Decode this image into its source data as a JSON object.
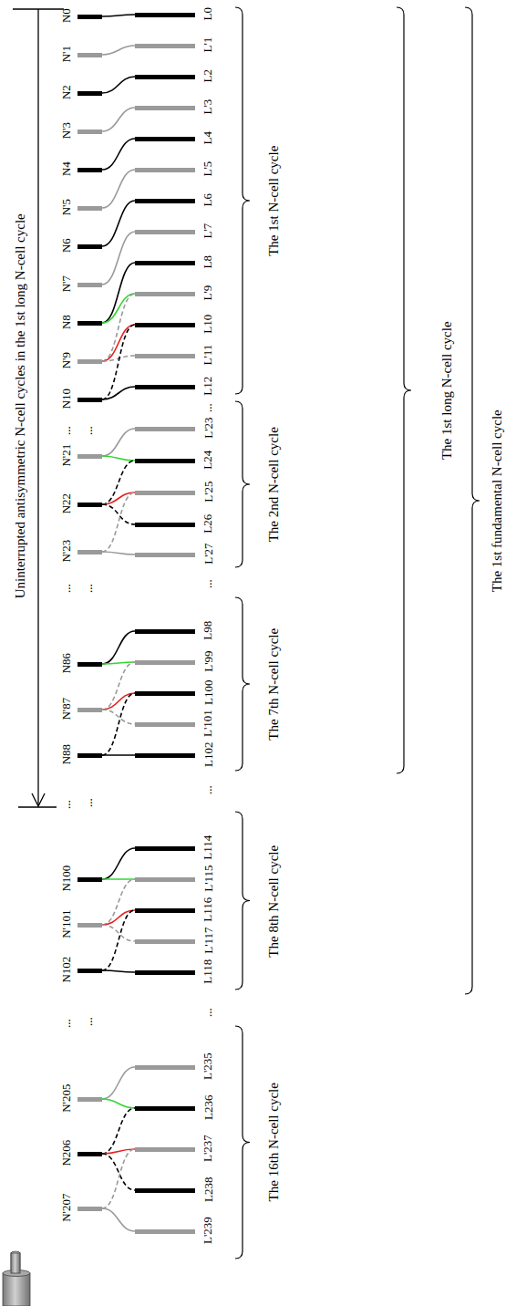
{
  "diagram": {
    "nodes": [
      {
        "text": [
          "N0"
        ]
      },
      {
        "text": [
          "N'1"
        ]
      },
      {
        "text": [
          "N2"
        ]
      },
      {
        "text": [
          "N'3"
        ]
      },
      {
        "text": [
          "N4"
        ]
      },
      {
        "text": [
          "N'5"
        ]
      },
      {
        "text": [
          "N6"
        ]
      },
      {
        "text": [
          "N'7"
        ]
      },
      {
        "text": [
          "N8"
        ]
      },
      {
        "text": [
          "N'9"
        ]
      },
      {
        "text": [
          "N10"
        ]
      },
      {
        "text": [
          "L0"
        ]
      },
      {
        "text": [
          "L'1"
        ]
      },
      {
        "text": [
          "L2"
        ]
      },
      {
        "text": [
          "L'3"
        ]
      },
      {
        "text": [
          "L4"
        ]
      },
      {
        "text": [
          "L'5"
        ]
      },
      {
        "text": [
          "L6"
        ]
      },
      {
        "text": [
          "L'7"
        ]
      },
      {
        "text": [
          "L8"
        ]
      },
      {
        "text": [
          "L'9"
        ]
      },
      {
        "text": [
          "L10"
        ]
      },
      {
        "text": [
          "L'11"
        ]
      },
      {
        "text": [
          "L12"
        ]
      },
      {
        "text": [
          "N'21"
        ]
      },
      {
        "text": [
          "N22"
        ]
      },
      {
        "text": [
          "N'23"
        ]
      },
      {
        "text": [
          "L'23"
        ]
      },
      {
        "text": [
          "L24"
        ]
      },
      {
        "text": [
          "L'25"
        ]
      },
      {
        "text": [
          "L26"
        ]
      },
      {
        "text": [
          "L'27"
        ]
      },
      {
        "text": [
          "N86"
        ]
      },
      {
        "text": [
          "N'87"
        ]
      },
      {
        "text": [
          "N88"
        ]
      },
      {
        "text": [
          "L98"
        ]
      },
      {
        "text": [
          "L'99"
        ]
      },
      {
        "text": [
          "L100"
        ]
      },
      {
        "text": [
          "L'101"
        ]
      },
      {
        "text": [
          "L102"
        ]
      },
      {
        "text": [
          "N100"
        ]
      },
      {
        "text": [
          "N'101"
        ]
      },
      {
        "text": [
          "N102"
        ]
      },
      {
        "text": [
          "L114"
        ]
      },
      {
        "text": [
          "L'115"
        ]
      },
      {
        "text": [
          "L116"
        ]
      },
      {
        "text": [
          "L'117"
        ]
      },
      {
        "text": [
          "L118"
        ]
      },
      {
        "text": [
          "N'205"
        ]
      },
      {
        "text": [
          "N206"
        ]
      },
      {
        "text": [
          "N'207"
        ]
      },
      {
        "text": [
          "L'235"
        ]
      },
      {
        "text": [
          "L236"
        ]
      },
      {
        "text": [
          "L'237"
        ]
      },
      {
        "text": [
          "L238"
        ]
      },
      {
        "text": [
          "L'239"
        ]
      }
    ],
    "edges": [
      {
        "from": 0,
        "to": 11,
        "arrow": "none"
      },
      {
        "from": 1,
        "to": 12,
        "arrow": "none"
      },
      {
        "from": 2,
        "to": 13,
        "arrow": "none"
      },
      {
        "from": 3,
        "to": 14,
        "arrow": "none"
      },
      {
        "from": 4,
        "to": 15,
        "arrow": "none"
      },
      {
        "from": 5,
        "to": 16,
        "arrow": "none"
      },
      {
        "from": 6,
        "to": 17,
        "arrow": "none"
      },
      {
        "from": 7,
        "to": 18,
        "arrow": "none"
      },
      {
        "from": 8,
        "to": 19,
        "arrow": "none"
      },
      {
        "from": 8,
        "to": 20,
        "arrow": "none"
      },
      {
        "from": 9,
        "to": 20,
        "arrow": "none"
      },
      {
        "from": 9,
        "to": 21,
        "arrow": "none"
      },
      {
        "from": 9,
        "to": 22,
        "arrow": "none"
      },
      {
        "from": 10,
        "to": 21,
        "arrow": "none"
      },
      {
        "from": 10,
        "to": 23,
        "arrow": "none"
      },
      {
        "from": 24,
        "to": 27,
        "arrow": "none"
      },
      {
        "from": 24,
        "to": 28,
        "arrow": "none"
      },
      {
        "from": 25,
        "to": 28,
        "arrow": "none"
      },
      {
        "from": 25,
        "to": 29,
        "arrow": "none"
      },
      {
        "from": 25,
        "to": 30,
        "arrow": "none"
      },
      {
        "from": 26,
        "to": 29,
        "arrow": "none"
      },
      {
        "from": 26,
        "to": 31,
        "arrow": "none"
      },
      {
        "from": 32,
        "to": 35,
        "arrow": "none"
      },
      {
        "from": 32,
        "to": 36,
        "arrow": "none"
      },
      {
        "from": 33,
        "to": 36,
        "arrow": "none"
      },
      {
        "from": 33,
        "to": 37,
        "arrow": "none"
      },
      {
        "from": 33,
        "to": 38,
        "arrow": "none"
      },
      {
        "from": 34,
        "to": 37,
        "arrow": "none"
      },
      {
        "from": 34,
        "to": 39,
        "arrow": "none"
      },
      {
        "from": 40,
        "to": 43,
        "arrow": "none"
      },
      {
        "from": 40,
        "to": 44,
        "arrow": "none"
      },
      {
        "from": 41,
        "to": 44,
        "arrow": "none"
      },
      {
        "from": 41,
        "to": 45,
        "arrow": "none"
      },
      {
        "from": 41,
        "to": 46,
        "arrow": "none"
      },
      {
        "from": 42,
        "to": 45,
        "arrow": "none"
      },
      {
        "from": 42,
        "to": 47,
        "arrow": "none"
      },
      {
        "from": 48,
        "to": 51,
        "arrow": "none"
      },
      {
        "from": 48,
        "to": 52,
        "arrow": "none"
      },
      {
        "from": 49,
        "to": 52,
        "arrow": "none"
      },
      {
        "from": 49,
        "to": 53,
        "arrow": "none"
      },
      {
        "from": 49,
        "to": 54,
        "arrow": "none"
      },
      {
        "from": 50,
        "to": 53,
        "arrow": "none"
      },
      {
        "from": 50,
        "to": 55,
        "arrow": "none"
      }
    ],
    "labels": [
      "Uninterrupted antisymmetric N-cell cycles in the 1st long N-cell cycle",
      "The 1st N-cell cycle",
      "The 2nd N-cell cycle",
      "The 7th N-cell cycle",
      "The 1st long N-cell cycle",
      "The 8th N-cell cycle",
      "The 16th N-cell cycle",
      "The 1st fundamental N-cell cycle",
      "...",
      "...",
      "...",
      "...",
      "...",
      "...",
      "...",
      "...",
      "...",
      "...",
      "...",
      "..."
    ]
  }
}
